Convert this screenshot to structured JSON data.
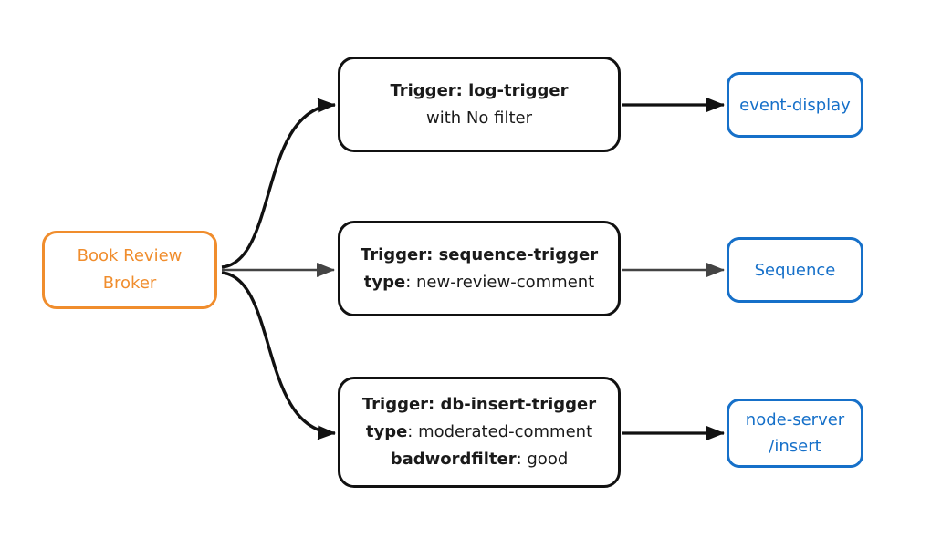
{
  "colors": {
    "broker_orange": "#f08d2d",
    "sink_blue": "#1670c9",
    "edge_black": "#111111",
    "edge_gray": "#444444",
    "background": "#ffffff"
  },
  "broker": {
    "line1": "Book Review",
    "line2": "Broker"
  },
  "triggers": [
    {
      "title": "Trigger: log-trigger",
      "subtitle": "with No filter"
    },
    {
      "title": "Trigger: sequence-trigger",
      "attr1_key": "type",
      "attr1_value": ": new-review-comment"
    },
    {
      "title": "Trigger: db-insert-trigger",
      "attr1_key": "type",
      "attr1_value": ": moderated-comment",
      "attr2_key": "badwordfilter",
      "attr2_value": ": good"
    }
  ],
  "sinks": [
    {
      "line1": "event-display"
    },
    {
      "line1": "Sequence"
    },
    {
      "line1": "node-server",
      "line2": "/insert"
    }
  ]
}
